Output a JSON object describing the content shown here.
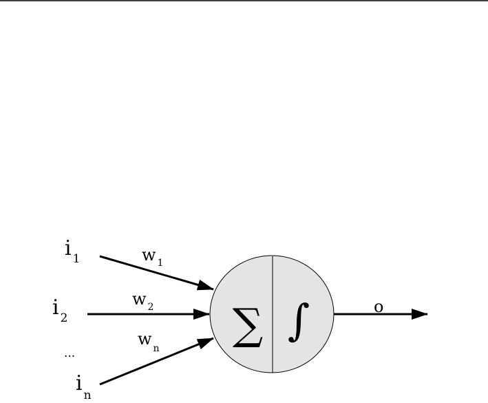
{
  "inputs": [
    {
      "base": "i",
      "sub": "1"
    },
    {
      "base": "i",
      "sub": "2"
    },
    {
      "base": "i",
      "sub": "n"
    }
  ],
  "ellipsis": "...",
  "weights": [
    {
      "base": "w",
      "sub": "1"
    },
    {
      "base": "w",
      "sub": "2"
    },
    {
      "base": "w",
      "sub": "n"
    }
  ],
  "neuron": {
    "sum_symbol": "∑",
    "activation_symbol": "∫",
    "fill": "#e4e4e4"
  },
  "output": "o"
}
